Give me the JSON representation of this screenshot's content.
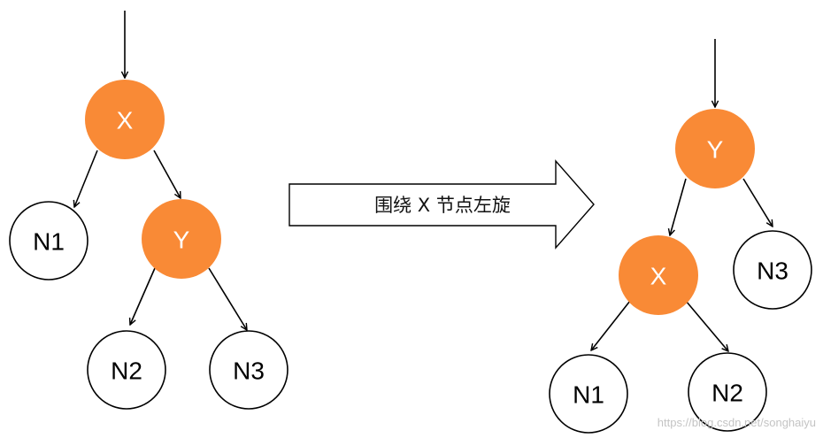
{
  "colors": {
    "highlight_fill": "#f98a36",
    "node_fill": "#ffffff",
    "stroke": "#000000",
    "highlight_text": "#ffffff",
    "node_text": "#000000"
  },
  "before": {
    "x": "X",
    "y": "Y",
    "n1": "N1",
    "n2": "N2",
    "n3": "N3"
  },
  "after": {
    "y": "Y",
    "x": "X",
    "n3": "N3",
    "n1": "N1",
    "n2": "N2"
  },
  "transition": {
    "caption": "围绕 X 节点左旋"
  },
  "watermark": "https://blog.csdn.net/songhaiyu"
}
